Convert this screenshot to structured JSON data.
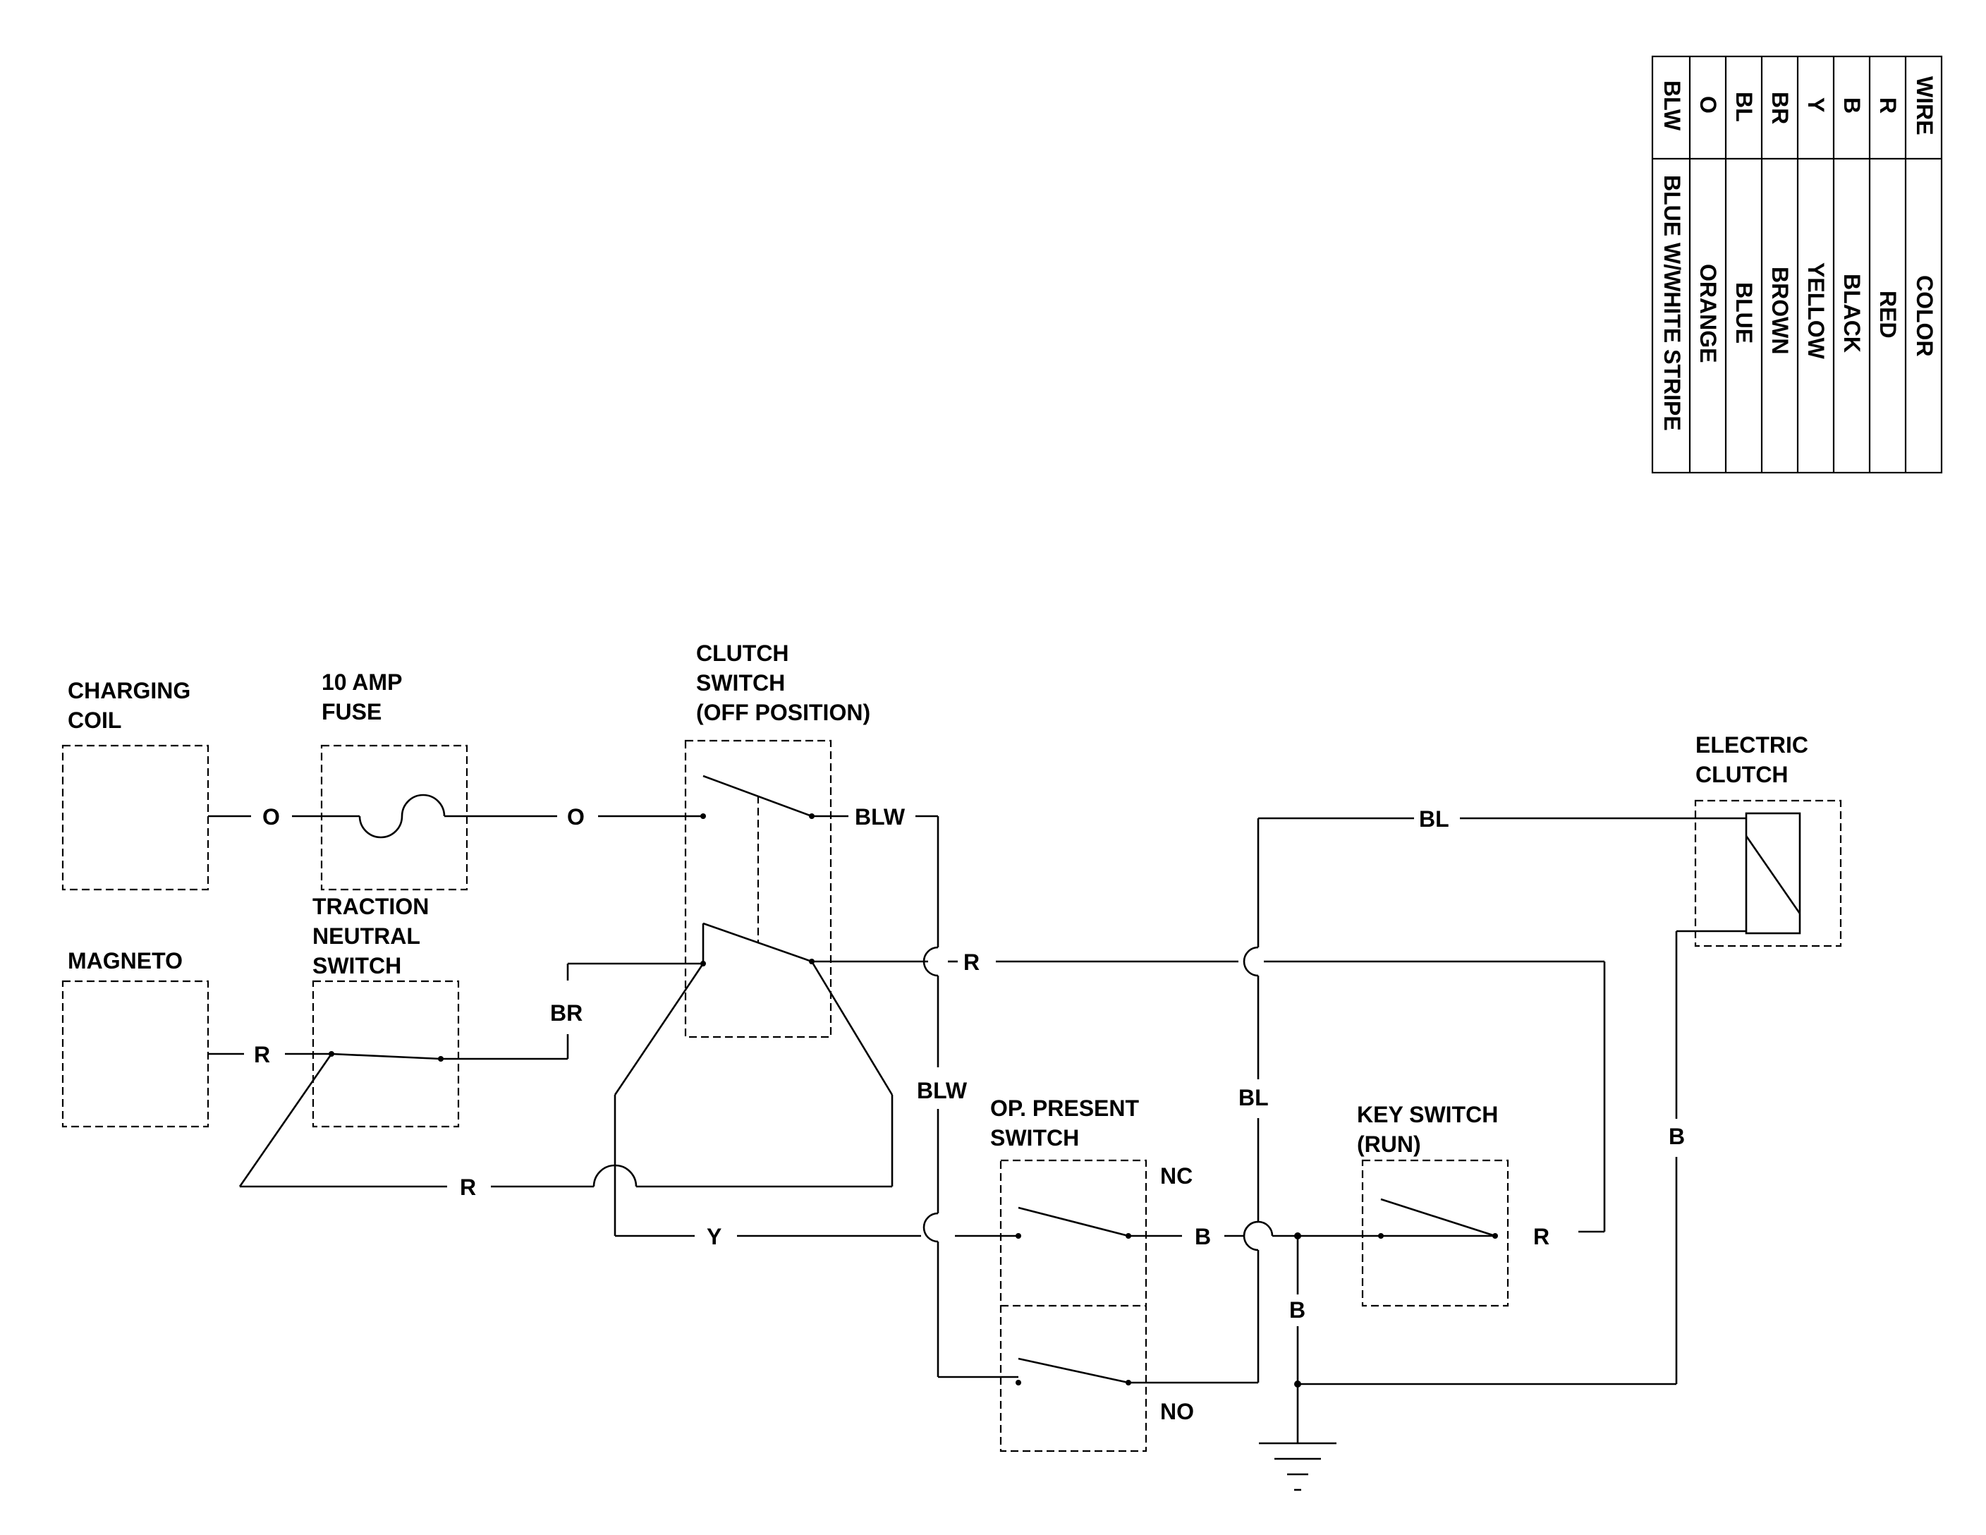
{
  "legend": {
    "header": {
      "code": "WIRE",
      "color": "COLOR"
    },
    "rows": [
      {
        "code": "R",
        "color": "RED"
      },
      {
        "code": "B",
        "color": "BLACK"
      },
      {
        "code": "Y",
        "color": "YELLOW"
      },
      {
        "code": "BR",
        "color": "BROWN"
      },
      {
        "code": "BL",
        "color": "BLUE"
      },
      {
        "code": "O",
        "color": "ORANGE"
      },
      {
        "code": "BLW",
        "color": "BLUE W/WHITE STRIPE"
      }
    ]
  },
  "components": {
    "charging_coil": [
      "CHARGING",
      "COIL"
    ],
    "fuse": [
      "10 AMP",
      "FUSE"
    ],
    "clutch_switch": [
      "CLUTCH",
      "SWITCH",
      "(OFF POSITION)"
    ],
    "magneto": [
      "MAGNETO"
    ],
    "traction_switch": [
      "TRACTION",
      "NEUTRAL",
      "SWITCH"
    ],
    "electric_clutch": [
      "ELECTRIC",
      "CLUTCH"
    ],
    "op_present": [
      "OP. PRESENT",
      "SWITCH"
    ],
    "op_nc": "NC",
    "op_no": "NO",
    "key_switch": [
      "KEY SWITCH",
      "(RUN)"
    ]
  },
  "wire_labels": {
    "o1": "O",
    "o2": "O",
    "blw_top": "BLW",
    "blw_mid": "BLW",
    "bl_top": "BL",
    "bl_mid": "BL",
    "r_traction": "R",
    "r_cross": "R",
    "r_bottom": "R",
    "r_key": "R",
    "br": "BR",
    "y": "Y",
    "b_op": "B",
    "b_ground": "B",
    "b_right": "B"
  }
}
